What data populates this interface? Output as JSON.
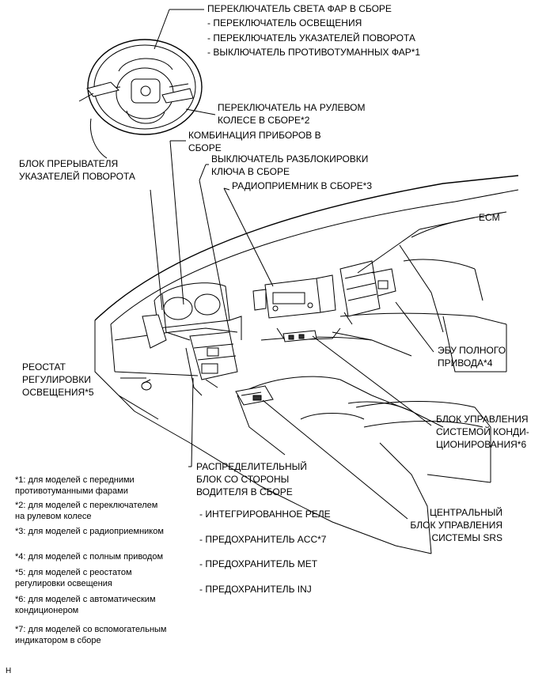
{
  "labels": {
    "headlight_switch": "ПЕРЕКЛЮЧАТЕЛЬ СВЕТА ФАР В СБОРЕ",
    "headlight_sub1": "- ПЕРЕКЛЮЧАТЕЛЬ ОСВЕЩЕНИЯ",
    "headlight_sub2": "- ПЕРЕКЛЮЧАТЕЛЬ УКАЗАТЕЛЕЙ ПОВОРОТА",
    "headlight_sub3": "- ВЫКЛЮЧАТЕЛЬ ПРОТИВОТУМАННЫХ ФАР*1",
    "steering_pad_switch": "ПЕРЕКЛЮЧАТЕЛЬ НА РУЛЕВОМ\nКОЛЕСЕ В СБОРЕ*2",
    "combination_meter": "КОМБИНАЦИЯ ПРИБОРОВ В\nСБОРЕ",
    "turn_flasher": "БЛОК ПРЕРЫВАТЕЛЯ\nУКАЗАТЕЛЕЙ ПОВОРОТА",
    "unlock_warning_switch": "ВЫКЛЮЧАТЕЛЬ РАЗБЛОКИРОВКИ\nКЛЮЧА В СБОРЕ",
    "radio_receiver": "РАДИОПРИЕМНИК В СБОРЕ*3",
    "ecm": "ECM",
    "four_wd_ecu": "ЭБУ ПОЛНОГО\nПРИВОДА*4",
    "rheostat": "РЕОСТАТ\nРЕГУЛИРОВКИ\nОСВЕЩЕНИЯ*5",
    "ac_amplifier": "БЛОК УПРАВЛЕНИЯ\nСИСТЕМОЙ КОНДИ-\nЦИОНИРОВАНИЯ*6",
    "driver_junction_block": "РАСПРЕДЕЛИТЕЛЬНЫЙ\nБЛОК СО СТОРОНЫ\nВОДИТЕЛЯ В СБОРЕ",
    "jb_sub1": "- ИНТЕГРИРОВАННОЕ РЕЛЕ",
    "jb_sub2": "- ПРЕДОХРАНИТЕЛЬ ACC*7",
    "jb_sub3": "- ПРЕДОХРАНИТЕЛЬ MET",
    "jb_sub4": "- ПРЕДОХРАНИТЕЛЬ INJ",
    "srs_center": "ЦЕНТРАЛЬНЫЙ\nБЛОК УПРАВЛЕНИЯ\nСИСТЕМЫ SRS"
  },
  "notes": [
    "*1: для моделей с передними\nпротивотуманными фарами",
    "*2: для моделей с переключателем\nна рулевом колесе",
    "*3: для моделей с радиоприемником",
    "*4: для моделей с полным приводом",
    "*5: для моделей с реостатом\nрегулировки освещения",
    "*6: для моделей с автоматическим\nкондиционером",
    "*7: для моделей со вспомогательным\nиндикатором в сборе"
  ],
  "figure_code": "H"
}
